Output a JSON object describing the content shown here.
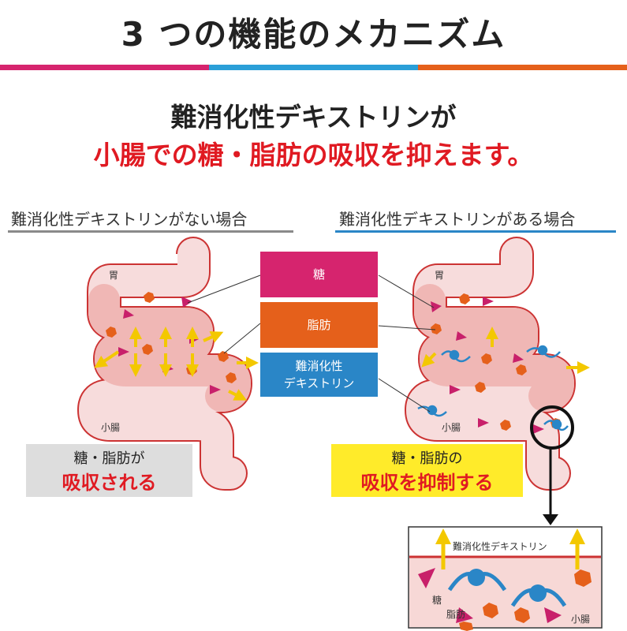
{
  "title": "3 つの機能のメカニズム",
  "headline": {
    "line1": "難消化性デキストリンが",
    "line2": "小腸での糖・脂肪の吸収を抑えます。"
  },
  "sections": {
    "without": "難消化性デキストリンがない場合",
    "with": "難消化性デキストリンがある場合"
  },
  "legend": {
    "sugar": "糖",
    "fat": "脂肪",
    "dextrin_line1": "難消化性",
    "dextrin_line2": "デキストリン"
  },
  "labels": {
    "stomach": "胃",
    "small_intestine": "小腸"
  },
  "result_left": {
    "line1": "糖・脂肪が",
    "line2": "吸収される"
  },
  "result_right": {
    "line1": "糖・脂肪の",
    "line2": "吸収を抑制する"
  },
  "zoom": {
    "dextrin": "難消化性デキストリン",
    "sugar": "糖",
    "fat": "脂肪",
    "small_intestine": "小腸"
  },
  "colors": {
    "pink": "#d6246e",
    "orange": "#e5601b",
    "blue": "#2a86c7",
    "red": "#e01a22",
    "yellow": "#ffeb2a",
    "gray": "#dddddd"
  }
}
